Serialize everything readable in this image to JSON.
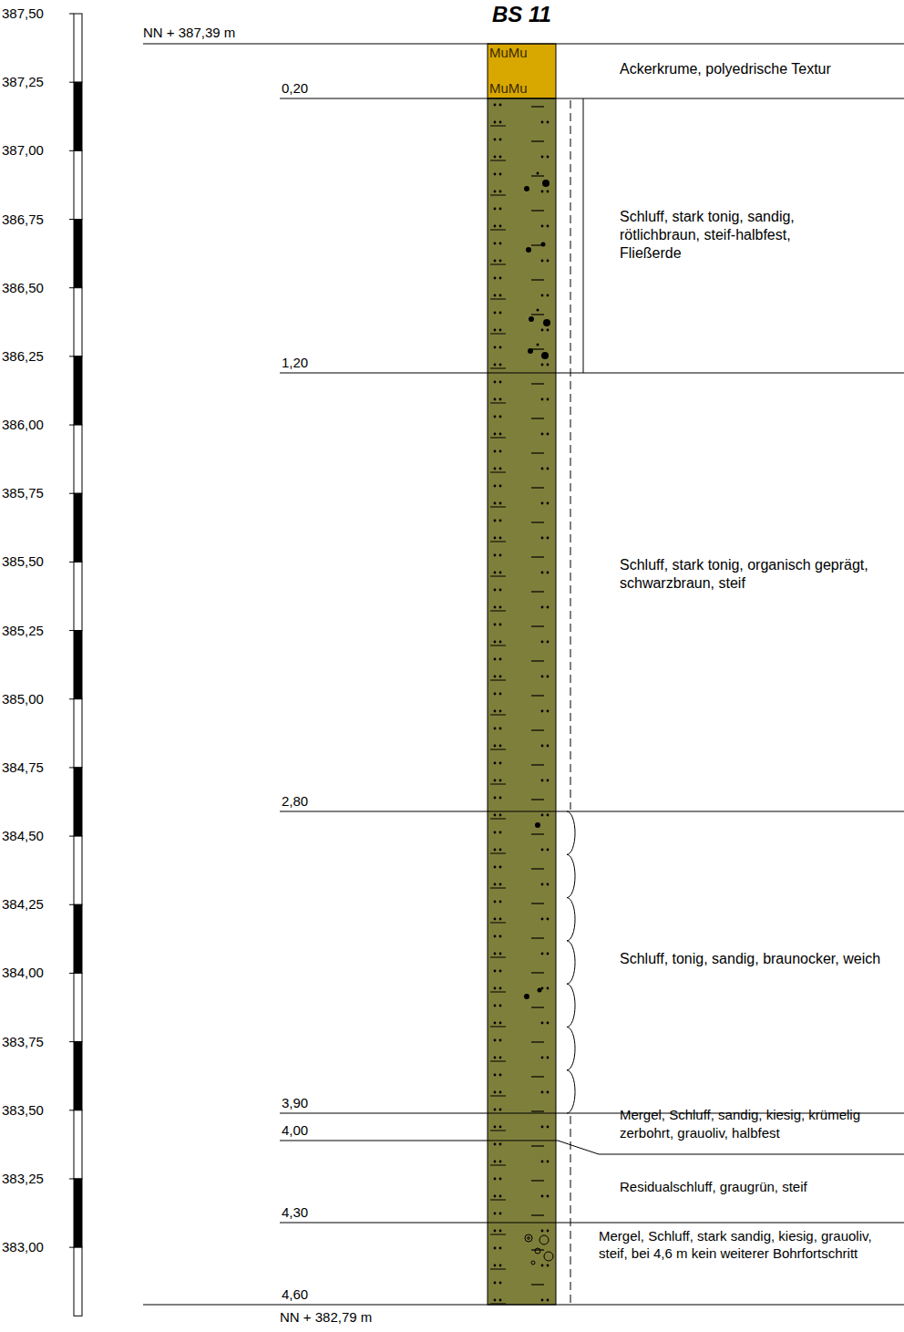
{
  "diagram": {
    "title": "BS 11",
    "nodes": [
      {
        "text": [
          "Ackerkrume, polyedrische Textur"
        ]
      },
      {
        "text": [
          "Schluff, stark tonig, sandig, rötlichbraun, steif-halbfest, Fließerde"
        ]
      },
      {
        "text": [
          "Schluff, stark tonig, organisch geprägt, schwarzbraun, steif"
        ]
      },
      {
        "text": [
          "Schluff, tonig, sandig, braunocker, weich"
        ]
      },
      {
        "text": [
          "Mergel, Schluff, sandig, kiesig, krümelig zerbohrt, grauoliv, halbfest"
        ]
      },
      {
        "text": [
          "Residualschluff, graugrün, steif"
        ]
      },
      {
        "text": [
          "Mergel, Schluff, stark sandig, kiesig, grauoliv, steif, bei 4,6 m kein weiterer Bohrfortschritt"
        ]
      }
    ],
    "labels": [
      "NN + 387,39 m",
      "MuMu",
      "MuMu",
      "0,20",
      "1,20",
      "2,80",
      "3,90",
      "4,00",
      "4,30",
      "4,60",
      "NN + 382,79 m",
      "387,50",
      "387,25",
      "387,00",
      "386,75",
      "386,50",
      "386,25",
      "386,00",
      "385,75",
      "385,50",
      "385,25",
      "385,00",
      "384,75",
      "384,50",
      "384,25",
      "384,00",
      "383,75",
      "383,50",
      "383,25",
      "383,00"
    ]
  }
}
